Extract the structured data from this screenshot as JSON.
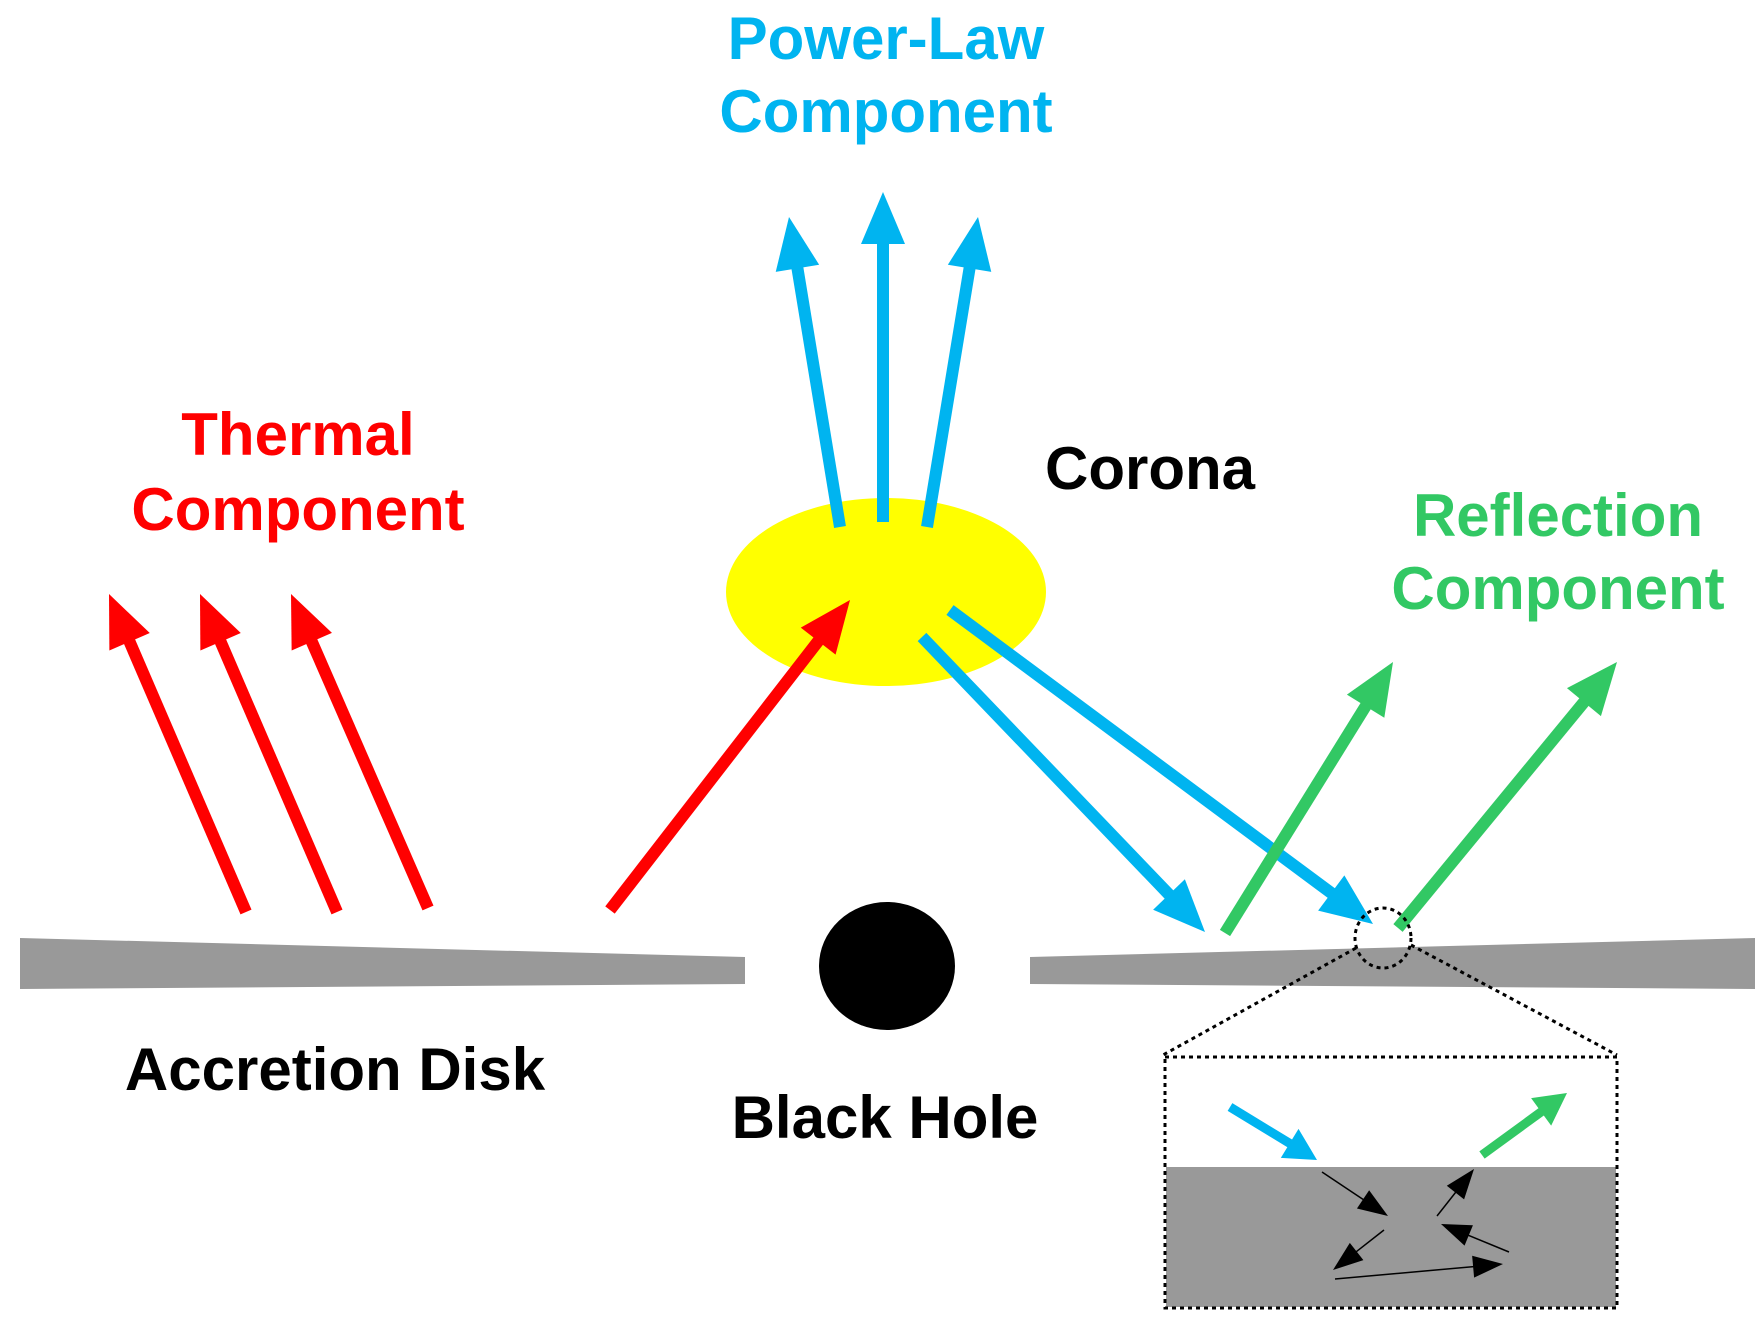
{
  "labels": {
    "power_law_line1": "Power-Law",
    "power_law_line2": "Component",
    "thermal_line1": "Thermal",
    "thermal_line2": "Component",
    "corona": "Corona",
    "reflection_line1": "Reflection",
    "reflection_line2": "Component",
    "accretion_disk": "Accretion Disk",
    "black_hole": "Black Hole"
  },
  "colors": {
    "thermal": "#ff0000",
    "power_law": "#00b4f0",
    "reflection": "#32c864",
    "corona": "#ffff00",
    "disk": "#999999",
    "black_hole": "#000000",
    "text": "#000000"
  }
}
